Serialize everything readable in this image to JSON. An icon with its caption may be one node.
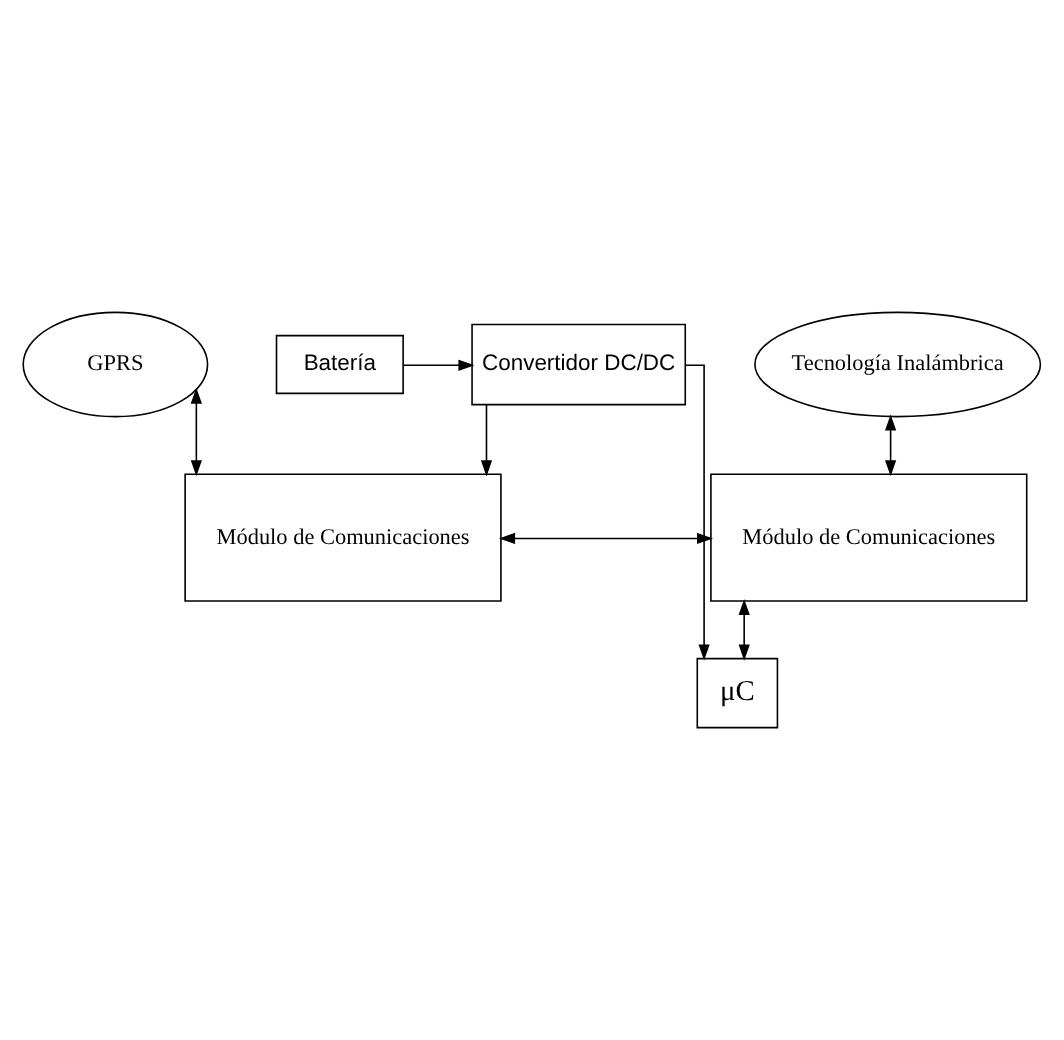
{
  "diagram": {
    "nodes": [
      {
        "text": [
          "GPRS"
        ]
      },
      {
        "text": [
          "Tecnología Inalámbrica"
        ]
      },
      {
        "text": [
          "Módulo de Comunicaciones"
        ]
      },
      {
        "text": [
          "Módulo de Comunicaciones"
        ]
      },
      {
        "text": [
          "μC"
        ]
      },
      {
        "text": [
          "Batería"
        ]
      },
      {
        "text": [
          "Convertidor DC/DC"
        ]
      }
    ],
    "edges": [
      {
        "from": 0,
        "to": 2,
        "arrow": "both"
      },
      {
        "from": 1,
        "to": 3,
        "arrow": "both"
      },
      {
        "from": 2,
        "to": 3,
        "arrow": "both"
      },
      {
        "from": 3,
        "to": 4,
        "arrow": "both"
      },
      {
        "from": 6,
        "to": 2,
        "arrow": "to"
      },
      {
        "from": 5,
        "to": 6,
        "arrow": "to"
      },
      {
        "from": 6,
        "to": 4,
        "arrow": "to"
      }
    ]
  }
}
